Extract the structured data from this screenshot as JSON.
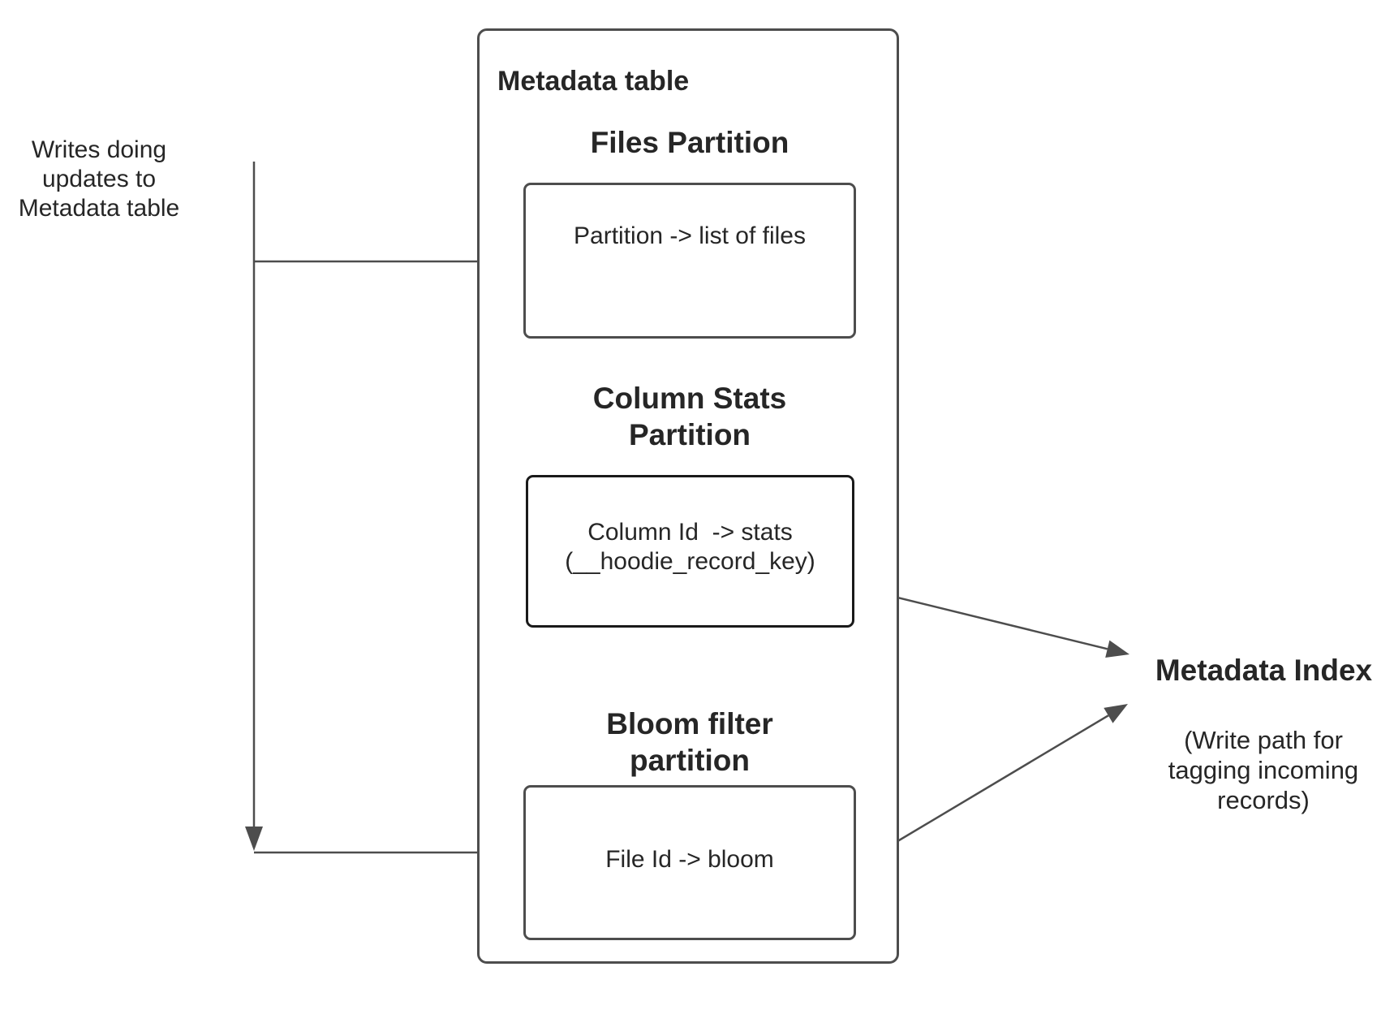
{
  "diagram": {
    "left_note": "Writes doing\nupdates to\nMetadata table",
    "metadata_table": {
      "title": "Metadata table",
      "files_partition": {
        "heading": "Files Partition",
        "mapping": "Partition -> list of files"
      },
      "column_stats_partition": {
        "heading": "Column Stats\nPartition",
        "mapping": "Column Id  -> stats\n(__hoodie_record_key)"
      },
      "bloom_filter_partition": {
        "heading": "Bloom filter\npartition",
        "mapping": "File Id -> bloom"
      }
    },
    "metadata_index": {
      "title": "Metadata Index",
      "subtitle": "(Write path for\ntagging incoming\nrecords)"
    },
    "colors": {
      "line": "#4d4d4d",
      "text": "#262626",
      "emphasis_border": "#1a1a1a",
      "background": "#ffffff"
    }
  }
}
